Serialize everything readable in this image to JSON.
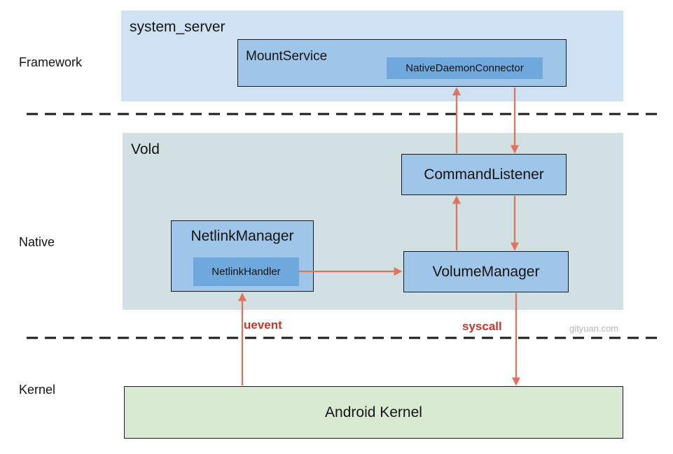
{
  "diagram": {
    "layer_labels": {
      "framework": "Framework",
      "native": "Native",
      "kernel": "Kernel"
    },
    "boxes": {
      "system_server": "system_server",
      "mount_service": "MountService",
      "native_daemon_connector": "NativeDaemonConnector",
      "vold": "Vold",
      "command_listener": "CommandListener",
      "netlink_manager": "NetlinkManager",
      "netlink_handler": "NetlinkHandler",
      "volume_manager": "VolumeManager",
      "android_kernel": "Android Kernel"
    },
    "edge_labels": {
      "uevent": "uevent",
      "syscall": "syscall"
    },
    "watermark": "gityuan.com",
    "connections": [
      {
        "from": "command_listener",
        "to": "native_daemon_connector",
        "direction": "up"
      },
      {
        "from": "native_daemon_connector",
        "to": "command_listener",
        "direction": "down"
      },
      {
        "from": "volume_manager",
        "to": "command_listener",
        "direction": "up"
      },
      {
        "from": "command_listener",
        "to": "volume_manager",
        "direction": "down"
      },
      {
        "from": "netlink_handler",
        "to": "volume_manager",
        "direction": "right"
      },
      {
        "from": "android_kernel",
        "to": "netlink_manager",
        "direction": "up",
        "label": "uevent"
      },
      {
        "from": "volume_manager",
        "to": "android_kernel",
        "direction": "down",
        "label": "syscall"
      }
    ],
    "colors": {
      "bg_framework": "#cfe2f3",
      "bg_native": "#d0e0e3",
      "bg_component": "#9fc5e8",
      "bg_inner": "#6fa8dc",
      "bg_kernel": "#d9ead3",
      "arrow": "#e0735e",
      "edge_label": "#c0392b",
      "watermark": "#b7b7b7",
      "border": "#1a1a1a",
      "text": "#141414"
    }
  }
}
